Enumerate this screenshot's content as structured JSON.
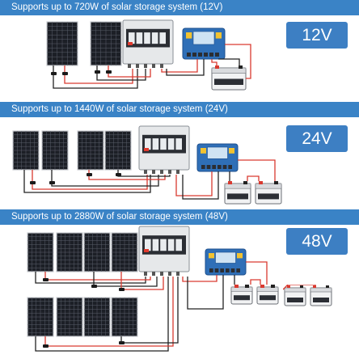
{
  "sections": [
    {
      "heading": "Supports up to 720W of solar storage system (12V)",
      "voltage": "12V",
      "panels": 2,
      "batteries": 1
    },
    {
      "heading": "Supports up to 1440W of solar storage system (24V)",
      "voltage": "24V",
      "panels": 4,
      "batteries": 2
    },
    {
      "heading": "Supports up to 2880W of solar storage system (48V)",
      "voltage": "48V",
      "panels": 8,
      "batteries": 4
    }
  ],
  "colors": {
    "banner": "#3a83c6",
    "badge": "#3d7fc3",
    "panel": "#1c1f26",
    "frame": "#c9ccd0",
    "wire_positive": "#d93a30",
    "wire_negative": "#222222",
    "combiner_box": "#e6e8ea",
    "controller": "#2f6fb7"
  },
  "icons": [
    "solar-panel-icon",
    "combiner-box-icon",
    "charge-controller-icon",
    "battery-icon",
    "mc4-connector-icon"
  ]
}
